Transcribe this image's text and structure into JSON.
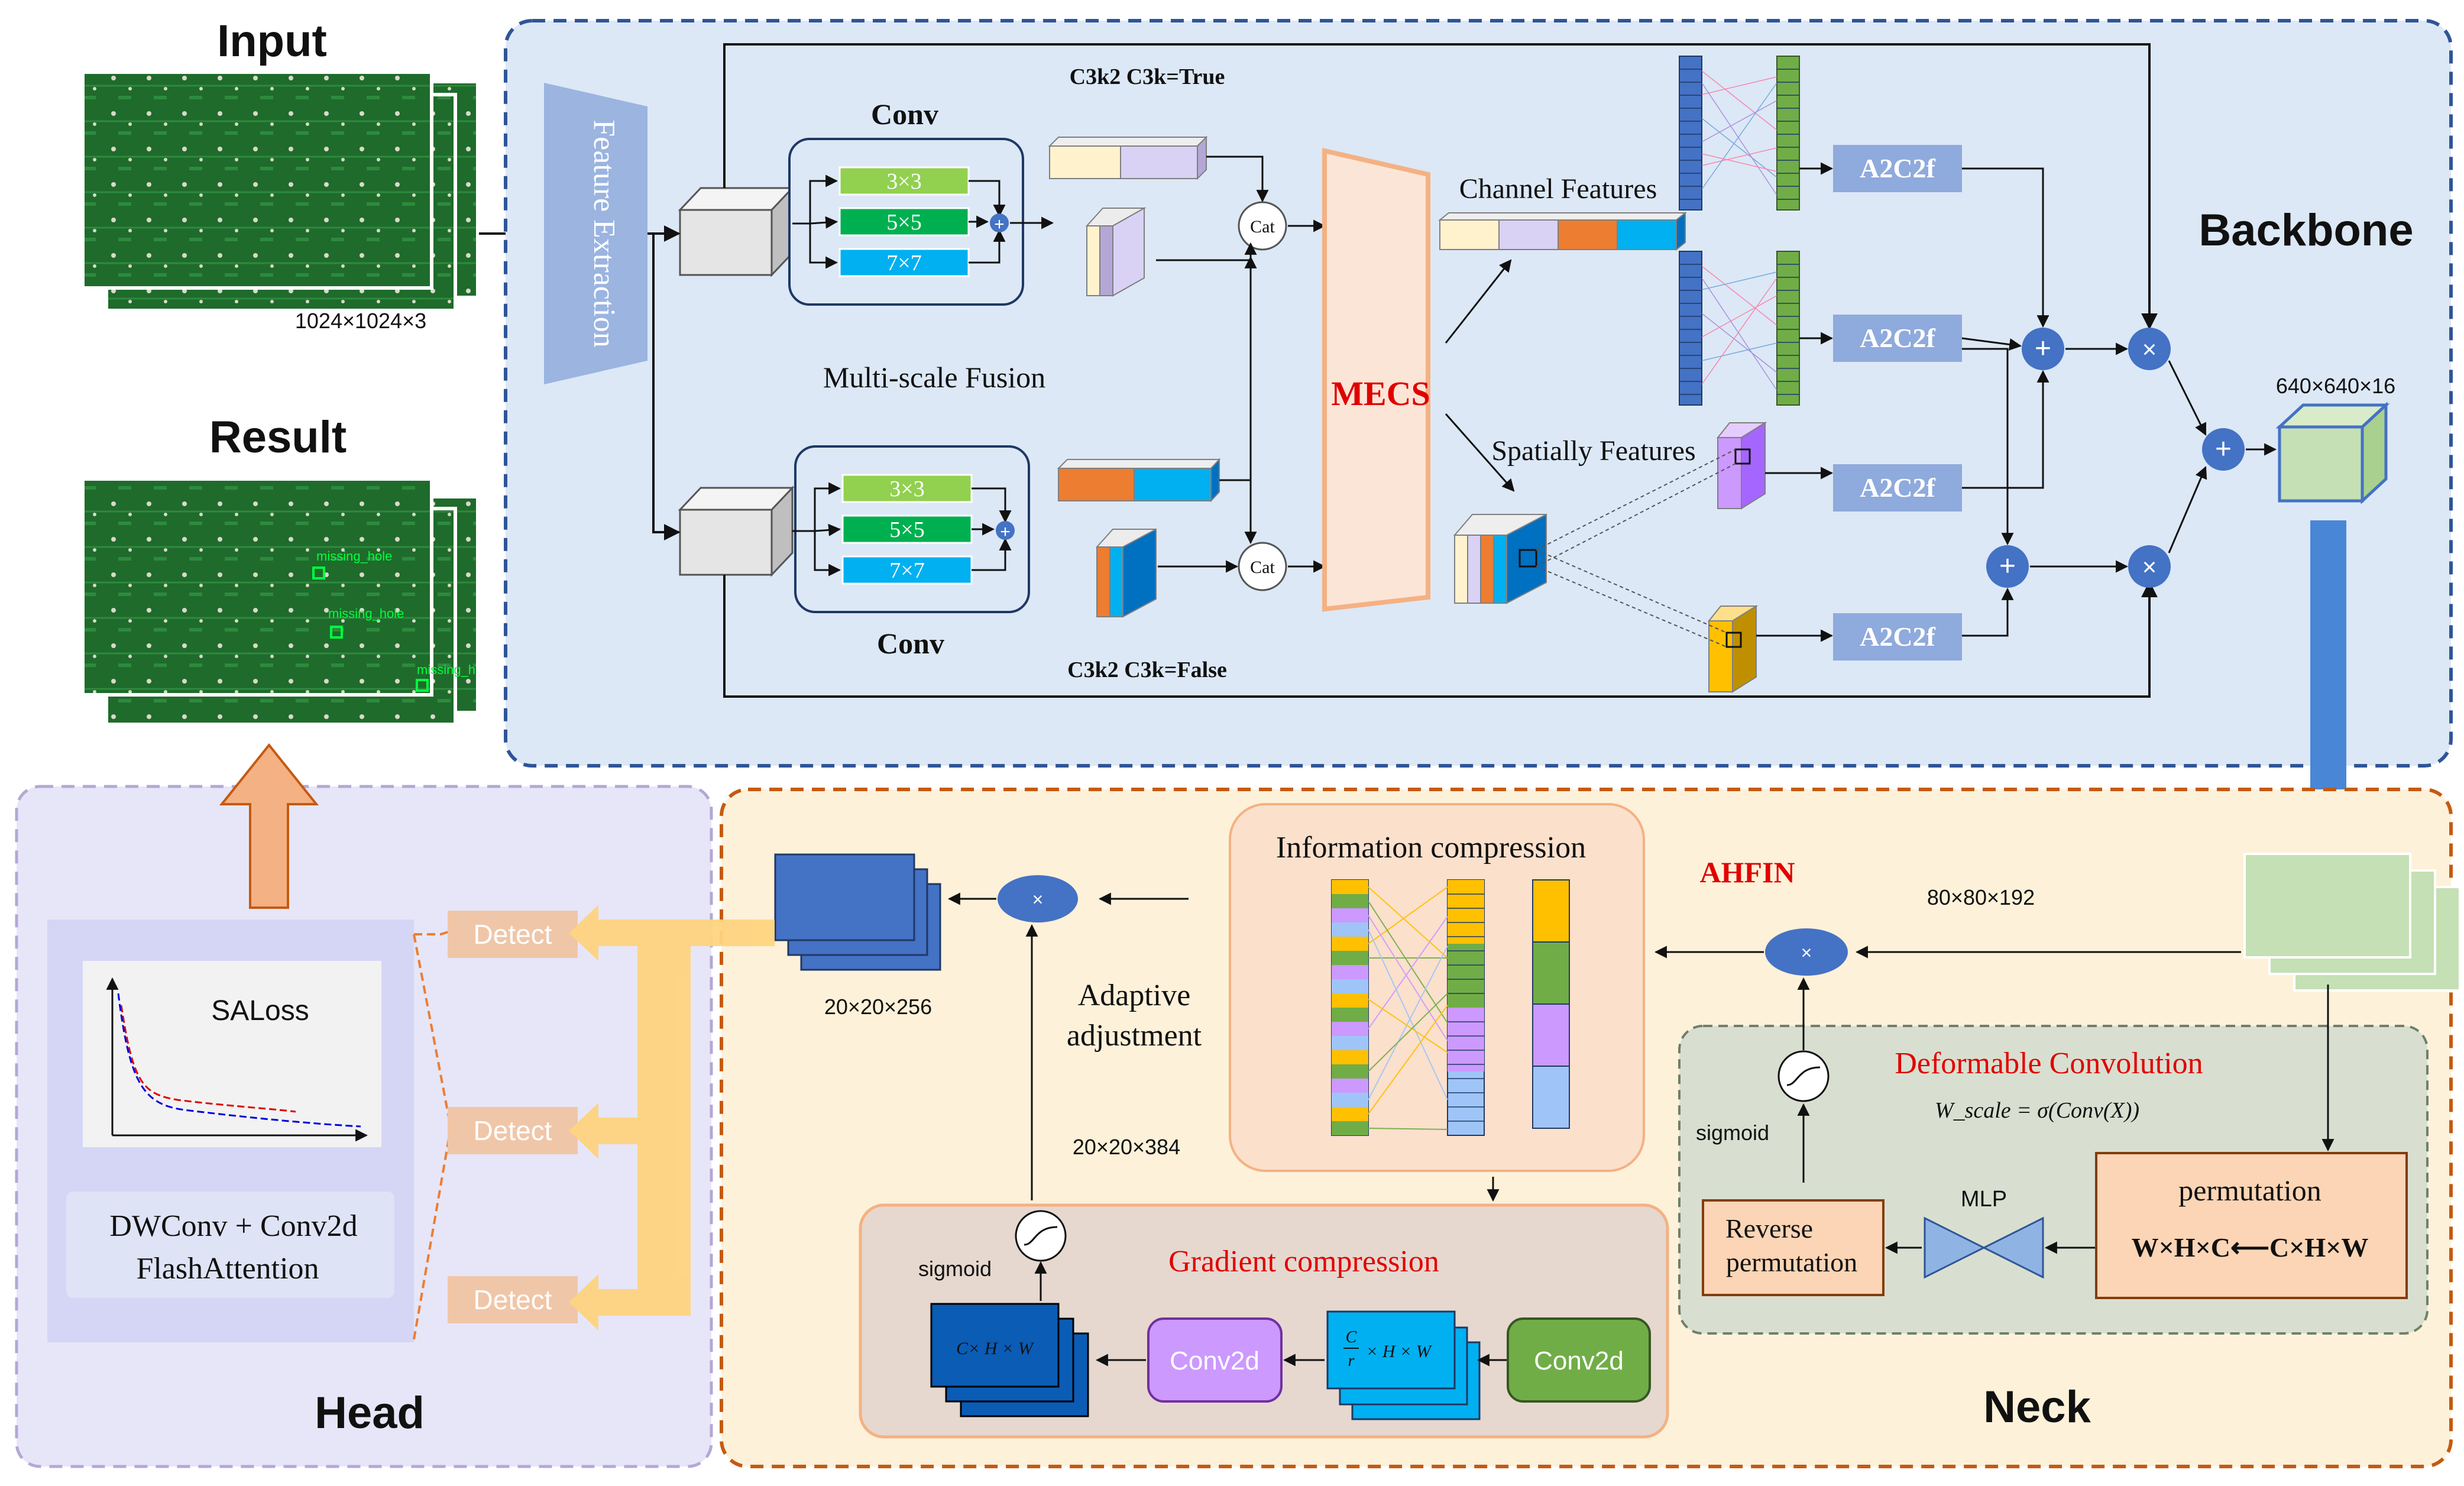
{
  "input": {
    "title": "Input",
    "size": "1024×1024×3"
  },
  "result": {
    "title": "Result",
    "labels": [
      "missing_hole",
      "missing_hole",
      "missing_h"
    ]
  },
  "backbone": {
    "title": "Backbone",
    "feature_extraction": "Feature Extraction",
    "conv_top": "Conv",
    "conv_bottom": "Conv",
    "kernels": [
      "3×3",
      "5×5",
      "7×7"
    ],
    "c3k2_true": "C3k2 C3k=True",
    "c3k2_false": "C3k2 C3k=False",
    "multiscale": "Multi-scale Fusion",
    "cat": "Cat",
    "mecs": "MECS",
    "channel_features": "Channel Features",
    "spatial_features": "Spatially Features",
    "a2c2f": "A2C2f",
    "out_size": "640×640×16",
    "plus": "+",
    "times": "×"
  },
  "neck": {
    "title": "Neck",
    "ahfin": "AHFIN",
    "size_80": "80×80×192",
    "info_compression": "Information compression",
    "adaptive_1": "Adaptive",
    "adaptive_2": "adjustment",
    "size_20_384": "20×20×384",
    "size_20_256": "20×20×256",
    "gradient_compression": "Gradient compression",
    "sigmoid": "sigmoid",
    "chw": "C× H × W",
    "crhw_frac_top": "C",
    "crhw_frac_bottom": "r",
    "crhw_rest": "× H × W",
    "conv2d": "Conv2d",
    "deformable": "Deformable Convolution",
    "formula": "W_scale = σ(Conv(X))",
    "permutation": "permutation",
    "perm_formula": "W×H×C⟵C×H×W",
    "mlp": "MLP",
    "reverse_1": "Reverse",
    "reverse_2": "permutation"
  },
  "head": {
    "title": "Head",
    "detect": "Detect",
    "saloss": "SALoss",
    "dwconv": "DWConv + Conv2d",
    "flash": "FlashAttention"
  },
  "colors": {
    "backbone_bg": "#dce8f6",
    "backbone_border": "#2f5597",
    "neck_bg": "#fdf1d9",
    "neck_border": "#c55a11",
    "head_bg": "#e6e6f8",
    "a2c2f": "#8faadc",
    "mecs_fill": "#fbe5d6",
    "mecs_border": "#f4b183",
    "mecs_text": "#e00000",
    "green_k": "#92d050",
    "green_k2": "#00b050",
    "blue_k": "#00b0f0",
    "detect": "#f0c6a8",
    "orange": "#ed7d31",
    "yellow": "#ffc000",
    "purple": "#cc99ff"
  }
}
